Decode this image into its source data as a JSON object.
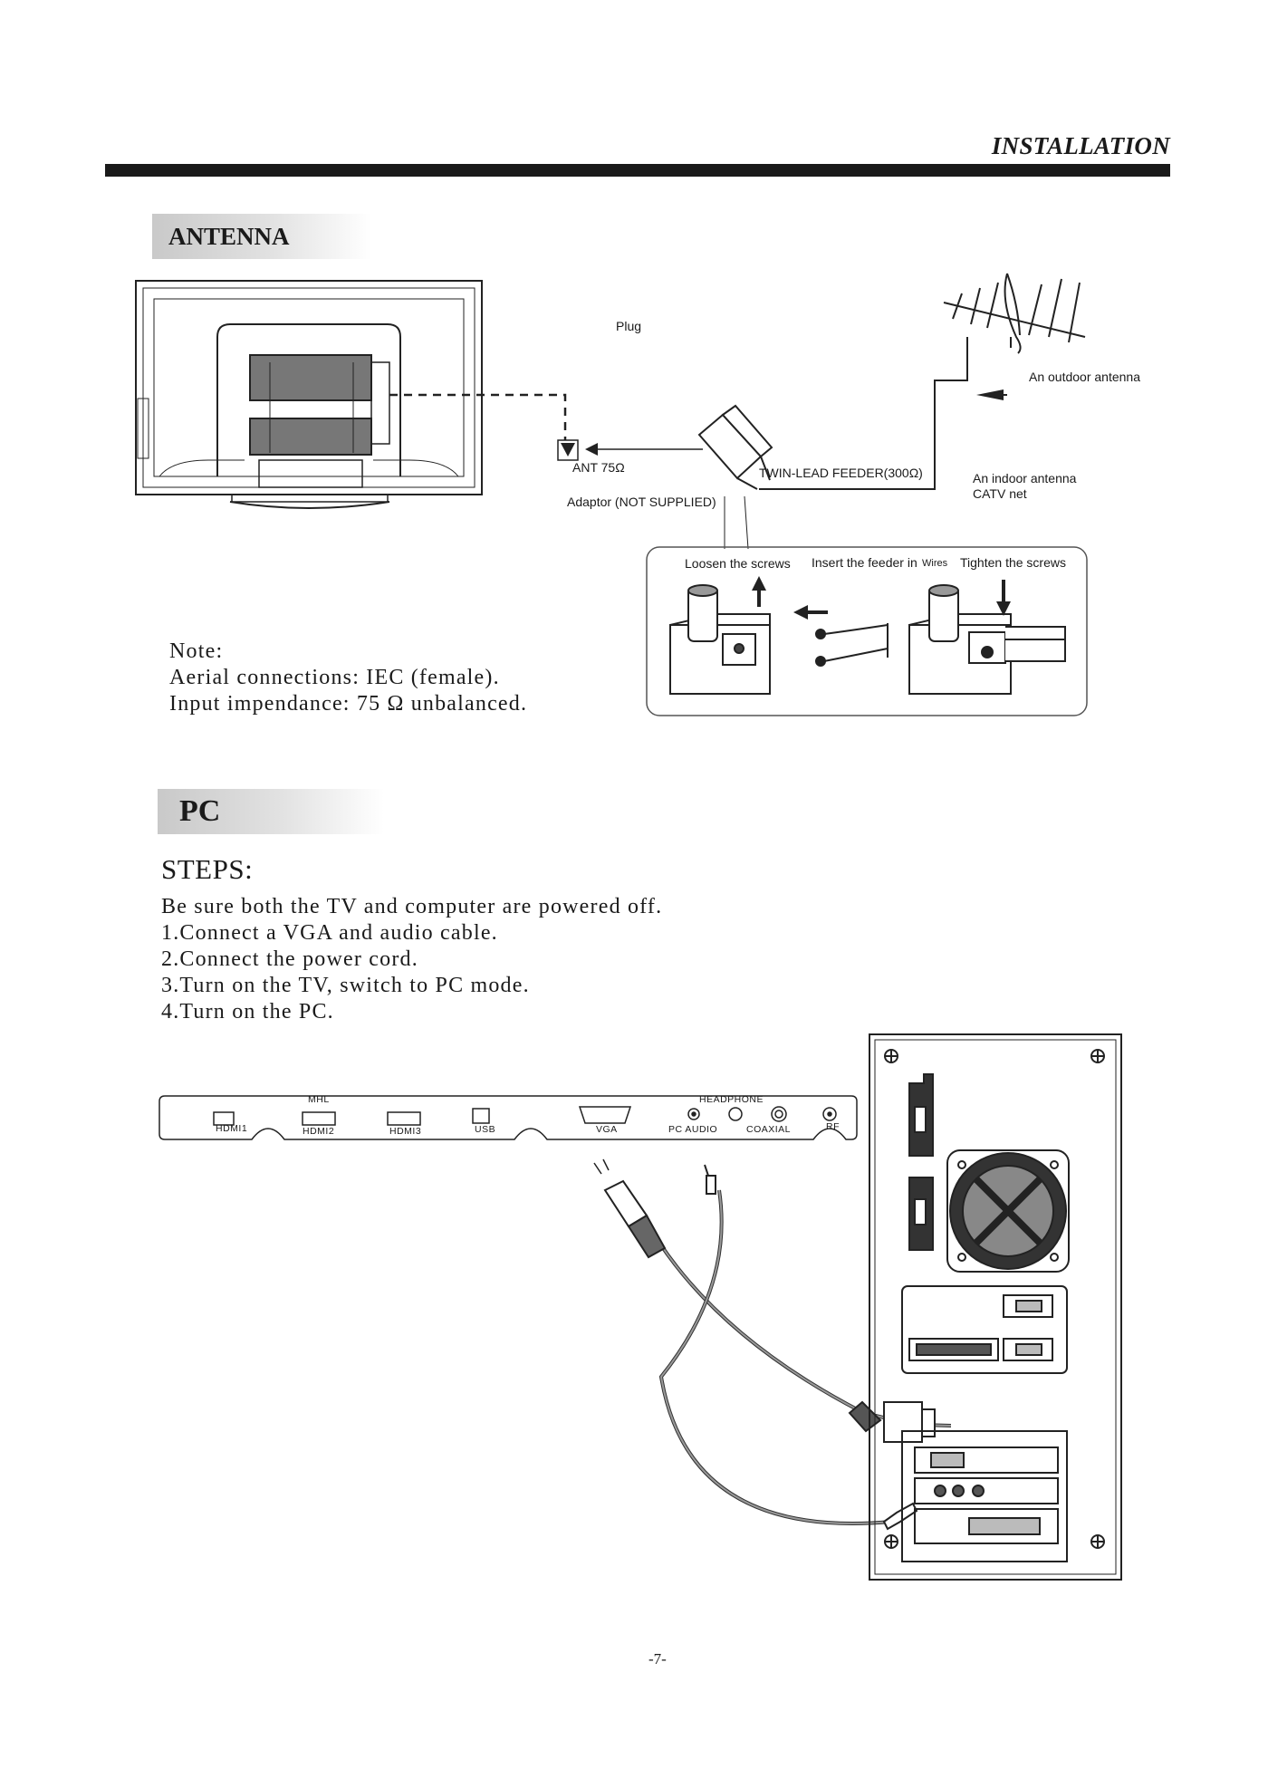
{
  "header": {
    "title": "INSTALLATION"
  },
  "antenna": {
    "heading": "ANTENNA",
    "labels": {
      "plug": "Plug",
      "outdoor_antenna": "An outdoor antenna",
      "ant_75": "ANT 75Ω",
      "twin_lead": "TWIN-LEAD FEEDER(300Ω)",
      "indoor_antenna": "An indoor antenna",
      "catv": "CATV net",
      "adaptor": "Adaptor  (NOT SUPPLIED)",
      "loosen": "Loosen the screws",
      "insert": "Insert the feeder in",
      "wires": "Wires",
      "tighten": "Tighten the screws"
    },
    "note": {
      "title": "Note:",
      "line1": "Aerial connections: IEC (female).",
      "line2": "Input impendance: 75 Ω unbalanced."
    }
  },
  "pc": {
    "heading": "PC",
    "steps_title": "STEPS:",
    "steps": [
      "Be sure both the TV and computer are powered off.",
      "1.Connect a VGA and audio cable.",
      "2.Connect the power cord.",
      "3.Turn on the TV, switch  to PC mode.",
      "4.Turn on the PC."
    ],
    "ports": {
      "mhl": "MHL",
      "headphone": "HEADPHONE",
      "hdmi1": "HDMI1",
      "hdmi2": "HDMI2",
      "hdmi3": "HDMI3",
      "usb": "USB",
      "vga": "VGA",
      "pc_audio": "PC AUDIO",
      "coaxial": "COAXIAL",
      "rf": "RF"
    }
  },
  "footer": {
    "page_number": "-7-"
  }
}
